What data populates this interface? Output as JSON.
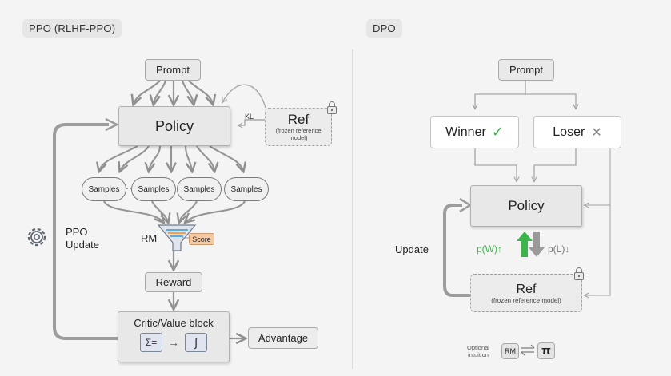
{
  "ppo": {
    "header": "PPO (RLHF-PPO)",
    "prompt": "Prompt",
    "policy": "Policy",
    "kl": "KL",
    "ref_title": "Ref",
    "ref_sub": "(frozen reference model)",
    "samples": [
      "Samples",
      "Samples",
      "Samples",
      "Samples"
    ],
    "rm": "RM",
    "score": "Score",
    "reward": "Reward",
    "update_label": "PPO Update",
    "critic_title": "Critic/Value block",
    "sum_symbol": "Σ=",
    "arrow_symbol": "→",
    "integral_symbol": "∫",
    "advantage": "Advantage"
  },
  "dpo": {
    "header": "DPO",
    "prompt": "Prompt",
    "winner": "Winner",
    "winner_mark": "✓",
    "loser": "Loser",
    "loser_mark": "✕",
    "policy": "Policy",
    "update_label": "Update",
    "pw": "p(W)↑",
    "pl": "p(L)↓",
    "ref_title": "Ref",
    "ref_sub": "(frozen reference model)",
    "optional": "Optional intuition",
    "rm": "RM",
    "pi": "π"
  },
  "colors": {
    "background": "#f4f4f4",
    "green": "#3cb54a",
    "gray_arrow": "#9a9a9a",
    "score_bg": "#f6c9a0"
  }
}
